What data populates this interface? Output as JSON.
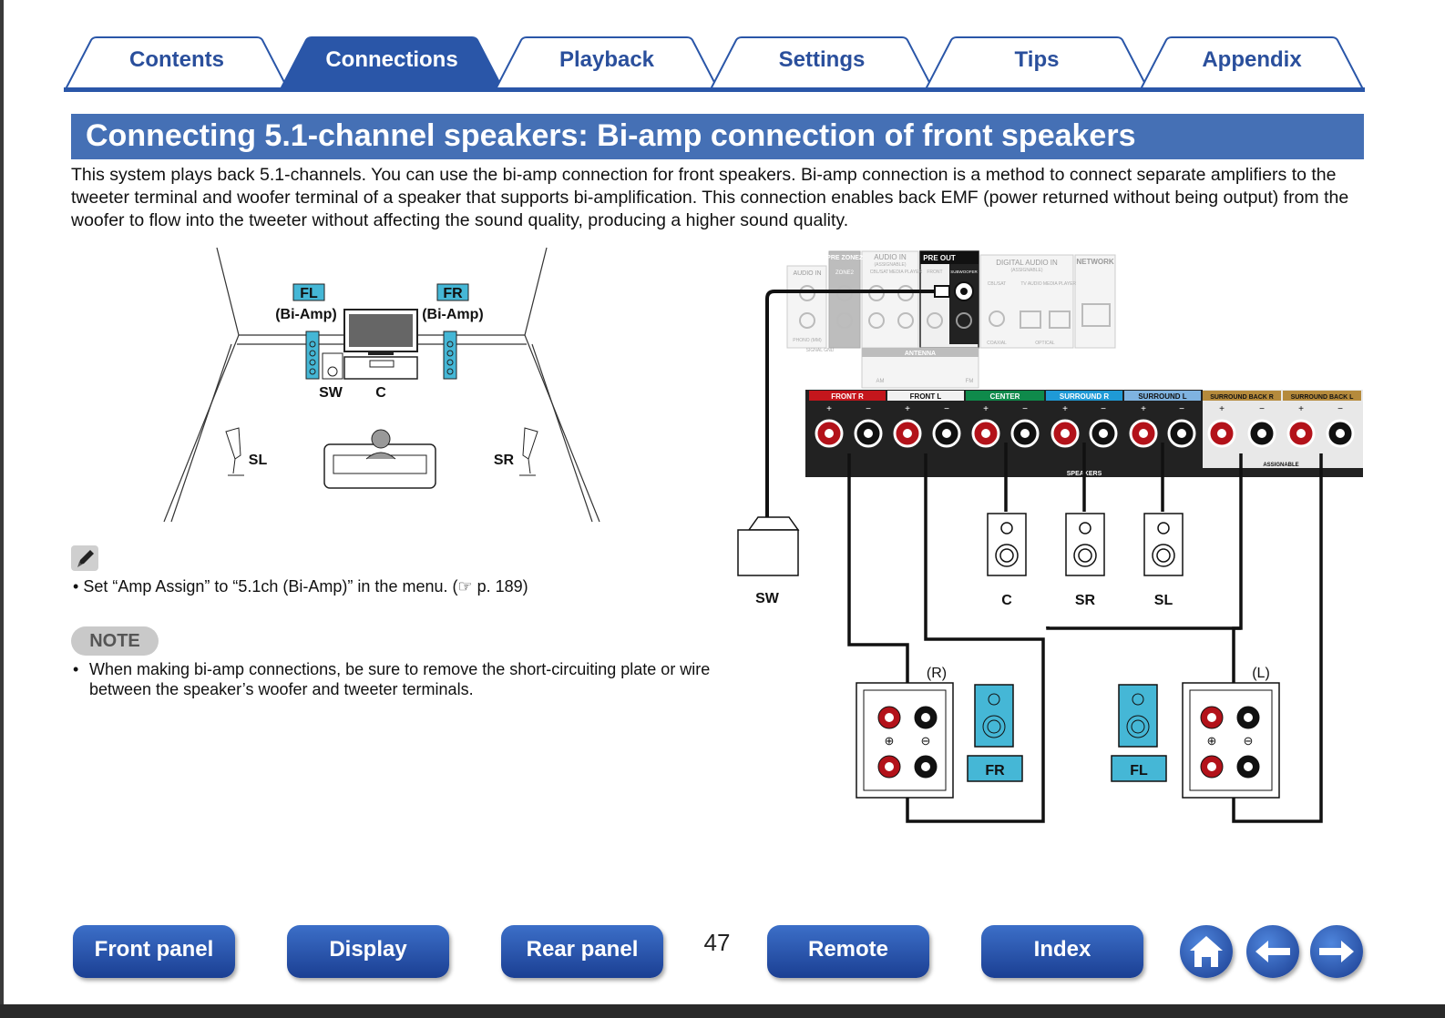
{
  "tabs": [
    {
      "label": "Contents",
      "active": false
    },
    {
      "label": "Connections",
      "active": true
    },
    {
      "label": "Playback",
      "active": false
    },
    {
      "label": "Settings",
      "active": false
    },
    {
      "label": "Tips",
      "active": false
    },
    {
      "label": "Appendix",
      "active": false
    }
  ],
  "heading": "Connecting 5.1-channel speakers: Bi-amp connection of front speakers",
  "intro": "This system plays back 5.1-channels. You can use the bi-amp connection for front speakers. Bi-amp connection is a method to connect separate amplifiers to the tweeter terminal and woofer terminal of a speaker that supports bi-amplification. This connection enables back EMF (power returned without being output) from the woofer to flow into the tweeter without affecting the sound quality, producing a higher sound quality.",
  "room": {
    "fl": "FL",
    "fl_sub": "(Bi-Amp)",
    "fr": "FR",
    "fr_sub": "(Bi-Amp)",
    "sw": "SW",
    "c": "C",
    "sl": "SL",
    "sr": "SR"
  },
  "memo": {
    "bullet": "•",
    "text_before": "Set “Amp Assign” to “5.1ch (Bi-Amp)” in the menu.  (",
    "text_after": " p. 189)"
  },
  "note": {
    "label": "NOTE",
    "bullet": "•",
    "text": "When making bi-amp connections, be sure to remove the short-circuiting plate or wire between the speaker’s woofer and tweeter terminals."
  },
  "panel": {
    "pre_zone2": "PRE ZONE2",
    "audio_in": "AUDIO IN",
    "assignable": "(ASSIGNABLE)",
    "cbl_sat": "CBL/SAT",
    "media_player": "MEDIA PLAYER",
    "pre_out": "PRE OUT",
    "front": "FRONT",
    "subwoofer": "SUBWOOFER",
    "digital_audio_in": "DIGITAL AUDIO IN",
    "tv_audio": "TV AUDIO",
    "coaxial": "COAXIAL",
    "optical": "OPTICAL",
    "network": "NETWORK",
    "phono": "PHONO (MM)",
    "signal_gnd": "SIGNAL GND",
    "antenna": "ANTENNA",
    "am": "AM",
    "fm": "FM",
    "zone2": "ZONE2",
    "speakers": "SPEAKERS",
    "assignable_caps": "ASSIGNABLE",
    "channels": [
      "FRONT R",
      "FRONT L",
      "CENTER",
      "SURROUND R",
      "SURROUND L",
      "SURROUND BACK R",
      "SURROUND BACK L"
    ],
    "channel_colors": [
      "#c4161c",
      "#f2f2f2",
      "#0f8a4b",
      "#1f9ad6",
      "#7fb3e0",
      "#b58a3c",
      "#b58a3c"
    ]
  },
  "wiring": {
    "sw": "SW",
    "c": "C",
    "sr": "SR",
    "sl": "SL",
    "fr": "FR",
    "fl": "FL",
    "right": "(R)",
    "left": "(L)",
    "plus": "⊕",
    "minus": "⊖"
  },
  "footer": {
    "buttons": [
      "Front panel",
      "Display",
      "Rear panel",
      "Remote",
      "Index"
    ],
    "page": "47",
    "home_icon": "home-icon",
    "back_icon": "arrow-left-icon",
    "forward_icon": "arrow-right-icon"
  }
}
